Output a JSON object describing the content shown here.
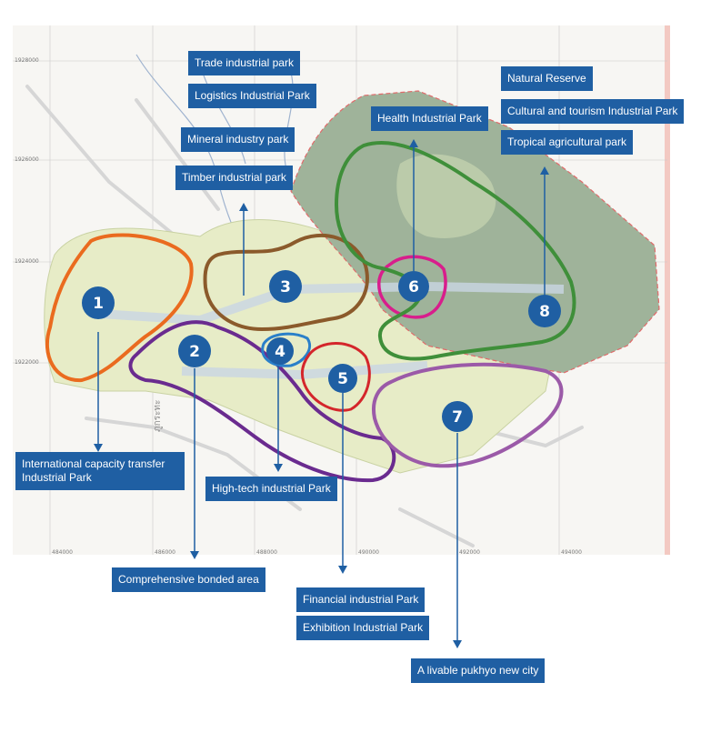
{
  "zones": [
    {
      "number": "1",
      "color": "#ea6b1f",
      "labels": [
        "International capacity transfer",
        "Industrial Park"
      ]
    },
    {
      "number": "2",
      "color": "#6a2b8f",
      "labels": [
        "Comprehensive bonded area"
      ]
    },
    {
      "number": "3",
      "color": "#8b5a2b",
      "labels": [
        "Trade industrial park",
        "Logistics Industrial Park",
        "Mineral industry park",
        "Timber industrial park"
      ]
    },
    {
      "number": "4",
      "color": "#2a7fc9",
      "labels": [
        "High-tech industrial Park"
      ]
    },
    {
      "number": "5",
      "color": "#d4262b",
      "labels": [
        "Financial industrial Park",
        "Exhibition Industrial Park"
      ]
    },
    {
      "number": "6",
      "color": "#d81e8c",
      "labels": [
        "Health Industrial Park"
      ]
    },
    {
      "number": "7",
      "color": "#9b5aa8",
      "labels": [
        "A livable pukhyo new city"
      ]
    },
    {
      "number": "8",
      "color": "#3f8f3a",
      "labels": [
        "Natural  Reserve",
        "Cultural and tourism Industrial Park",
        "Tropical agricultural park"
      ]
    }
  ],
  "grid_labels": {
    "left": [
      "1928000",
      "1926000",
      "1924000",
      "1922000"
    ],
    "bottom": [
      "484000",
      "486000",
      "488000",
      "490000",
      "492000",
      "494000"
    ]
  },
  "map_text": "ภูกระทะ",
  "colors": {
    "label_bg": "#1f5fa3",
    "marker": "#1f5fa3"
  }
}
